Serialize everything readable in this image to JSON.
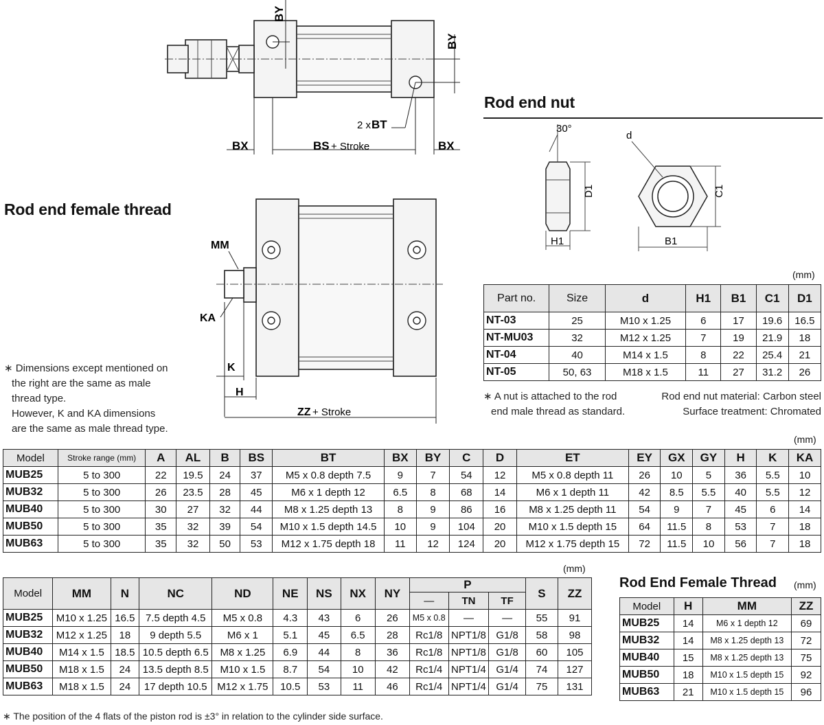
{
  "drawing_top": {
    "by_label_1": "BY",
    "by_label_2": "BY",
    "bt_label_prefix": "2 x ",
    "bt_label": "BT",
    "bx_left": "BX",
    "bx_right": "BX",
    "bs_label": "BS",
    "bs_suffix": " + Stroke"
  },
  "drawing_female": {
    "title": "Rod end female thread",
    "mm_label": "MM",
    "ka_label": "KA",
    "k_label": "K",
    "h_label": "H",
    "zz_label": "ZZ",
    "zz_suffix": " + Stroke",
    "notes": [
      "∗ Dimensions except mentioned on",
      "the right are the same as male",
      "thread type.",
      "However, K and KA dimensions",
      "are the same as male thread type."
    ]
  },
  "rod_end_nut": {
    "title": "Rod end nut",
    "angle_label": "30°",
    "d_label": "d",
    "d1_label": "D1",
    "c1_label": "C1",
    "h1_label": "H1",
    "b1_label": "B1",
    "unit": "(mm)",
    "headers": [
      "Part no.",
      "Size",
      "d",
      "H1",
      "B1",
      "C1",
      "D1"
    ],
    "rows": [
      [
        "NT-03",
        "25",
        "M10 x 1.25",
        "6",
        "17",
        "19.6",
        "16.5"
      ],
      [
        "NT-MU03",
        "32",
        "M12 x 1.25",
        "7",
        "19",
        "21.9",
        "18"
      ],
      [
        "NT-04",
        "40",
        "M14 x 1.5",
        "8",
        "22",
        "25.4",
        "21"
      ],
      [
        "NT-05",
        "50, 63",
        "M18 x 1.5",
        "11",
        "27",
        "31.2",
        "26"
      ]
    ],
    "note_left": [
      "∗ A nut is attached to the rod",
      "end male thread as standard."
    ],
    "note_right": [
      "Rod end nut material: Carbon steel",
      "Surface treatment: Chromated"
    ]
  },
  "table1": {
    "unit": "(mm)",
    "headers": [
      "Model",
      "Stroke range (mm)",
      "A",
      "AL",
      "B",
      "BS",
      "BT",
      "BX",
      "BY",
      "C",
      "D",
      "ET",
      "EY",
      "GX",
      "GY",
      "H",
      "K",
      "KA"
    ],
    "rows": [
      [
        "MUB25",
        "5 to 300",
        "22",
        "19.5",
        "24",
        "37",
        "M5 x 0.8 depth 7.5",
        "9",
        "7",
        "54",
        "12",
        "M5 x 0.8 depth 11",
        "26",
        "10",
        "5",
        "36",
        "5.5",
        "10"
      ],
      [
        "MUB32",
        "5 to 300",
        "26",
        "23.5",
        "28",
        "45",
        "M6 x 1 depth 12",
        "6.5",
        "8",
        "68",
        "14",
        "M6 x 1 depth 11",
        "42",
        "8.5",
        "5.5",
        "40",
        "5.5",
        "12"
      ],
      [
        "MUB40",
        "5 to 300",
        "30",
        "27",
        "32",
        "44",
        "M8 x 1.25 depth 13",
        "8",
        "9",
        "86",
        "16",
        "M8 x 1.25 depth 11",
        "54",
        "9",
        "7",
        "45",
        "6",
        "14"
      ],
      [
        "MUB50",
        "5 to 300",
        "35",
        "32",
        "39",
        "54",
        "M10 x 1.5 depth 14.5",
        "10",
        "9",
        "104",
        "20",
        "M10 x 1.5 depth 15",
        "64",
        "11.5",
        "8",
        "53",
        "7",
        "18"
      ],
      [
        "MUB63",
        "5 to 300",
        "35",
        "32",
        "50",
        "53",
        "M12 x 1.75 depth 18",
        "11",
        "12",
        "124",
        "20",
        "M12 x 1.75 depth 15",
        "72",
        "11.5",
        "10",
        "56",
        "7",
        "18"
      ]
    ]
  },
  "table2": {
    "unit": "(mm)",
    "headers": [
      "Model",
      "MM",
      "N",
      "NC",
      "ND",
      "NE",
      "NS",
      "NX",
      "NY",
      "P",
      "S",
      "ZZ"
    ],
    "p_subheaders": [
      "—",
      "TN",
      "TF"
    ],
    "rows": [
      [
        "MUB25",
        "M10 x 1.25",
        "16.5",
        "7.5 depth 4.5",
        "M5 x 0.8",
        "4.3",
        "43",
        "6",
        "26",
        "M5 x 0.8",
        "—",
        "—",
        "55",
        "91"
      ],
      [
        "MUB32",
        "M12 x 1.25",
        "18",
        "9 depth 5.5",
        "M6 x 1",
        "5.1",
        "45",
        "6.5",
        "28",
        "Rc1/8",
        "NPT1/8",
        "G1/8",
        "58",
        "98"
      ],
      [
        "MUB40",
        "M14 x 1.5",
        "18.5",
        "10.5 depth 6.5",
        "M8 x 1.25",
        "6.9",
        "44",
        "8",
        "36",
        "Rc1/8",
        "NPT1/8",
        "G1/8",
        "60",
        "105"
      ],
      [
        "MUB50",
        "M18 x 1.5",
        "24",
        "13.5 depth 8.5",
        "M10 x 1.5",
        "8.7",
        "54",
        "10",
        "42",
        "Rc1/4",
        "NPT1/4",
        "G1/4",
        "74",
        "127"
      ],
      [
        "MUB63",
        "M18 x 1.5",
        "24",
        "17 depth 10.5",
        "M12 x 1.75",
        "10.5",
        "53",
        "11",
        "46",
        "Rc1/4",
        "NPT1/4",
        "G1/4",
        "75",
        "131"
      ]
    ],
    "footnote": "∗ The position of the 4 flats of the piston rod is ±3° in relation to the cylinder side surface."
  },
  "table3": {
    "title": "Rod End Female Thread",
    "unit": "(mm)",
    "headers": [
      "Model",
      "H",
      "MM",
      "ZZ"
    ],
    "rows": [
      [
        "MUB25",
        "14",
        "M6 x 1 depth 12",
        "69"
      ],
      [
        "MUB32",
        "14",
        "M8 x 1.25 depth 13",
        "72"
      ],
      [
        "MUB40",
        "15",
        "M8 x 1.25 depth 13",
        "75"
      ],
      [
        "MUB50",
        "18",
        "M10 x 1.5 depth 15",
        "92"
      ],
      [
        "MUB63",
        "21",
        "M10 x 1.5 depth 15",
        "96"
      ]
    ]
  }
}
